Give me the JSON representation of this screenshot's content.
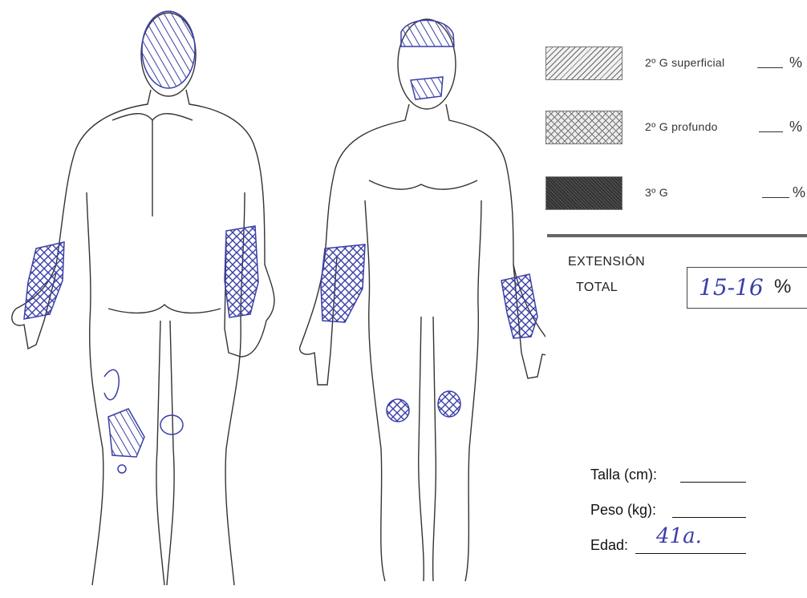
{
  "legend": [
    {
      "label": "2º G superficial",
      "pct_symbol": "%"
    },
    {
      "label": "2º G profundo",
      "pct_symbol": "%"
    },
    {
      "label": "3º G",
      "pct_symbol": "%"
    }
  ],
  "extension": {
    "label_line1": "EXTENSIÓN",
    "label_line2": "TOTAL",
    "value": "15-16",
    "pct_symbol": "%"
  },
  "fields": {
    "talla_label": "Talla (cm):",
    "talla_value": "",
    "peso_label": "Peso (kg):",
    "peso_value": "",
    "edad_label": "Edad:",
    "edad_value": "41a."
  },
  "colors": {
    "ink": "#3a3fa8",
    "outline": "#333333"
  }
}
